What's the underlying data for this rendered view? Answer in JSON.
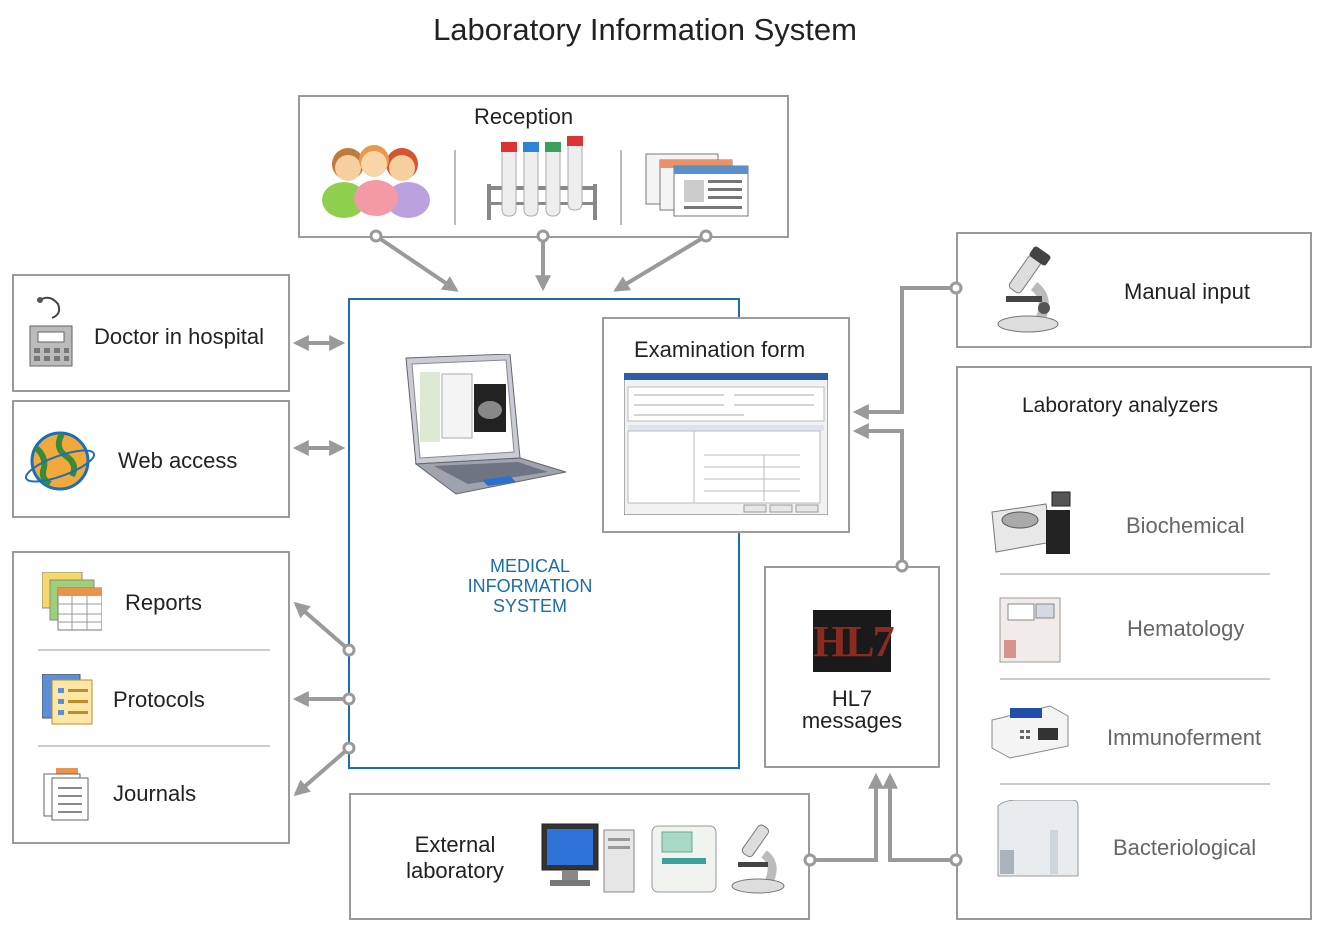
{
  "title": "Laboratory Information System",
  "reception": {
    "label": "Reception"
  },
  "doctor": {
    "label": "Doctor in hospital"
  },
  "web": {
    "label": "Web access"
  },
  "outputs": {
    "reports": "Reports",
    "protocols": "Protocols",
    "journals": "Journals"
  },
  "mis": {
    "label": "MEDICAL\nINFORMATION\nSYSTEM"
  },
  "exam": {
    "label": "Examination form"
  },
  "manual": {
    "label": "Manual input"
  },
  "analyzers": {
    "title": "Laboratory analyzers",
    "items": [
      "Biochemical",
      "Hematology",
      "Immunoferment",
      "Bacteriological"
    ]
  },
  "hl7": {
    "logo": "HL7",
    "label": "HL7\nmessages"
  },
  "external": {
    "label": "External\nlaboratory"
  },
  "colors": {
    "box_border": "#9a9a9a",
    "mis_border": "#1b6ea8",
    "mis_text": "#1b6ea8",
    "connector": "#9a9a9a"
  }
}
